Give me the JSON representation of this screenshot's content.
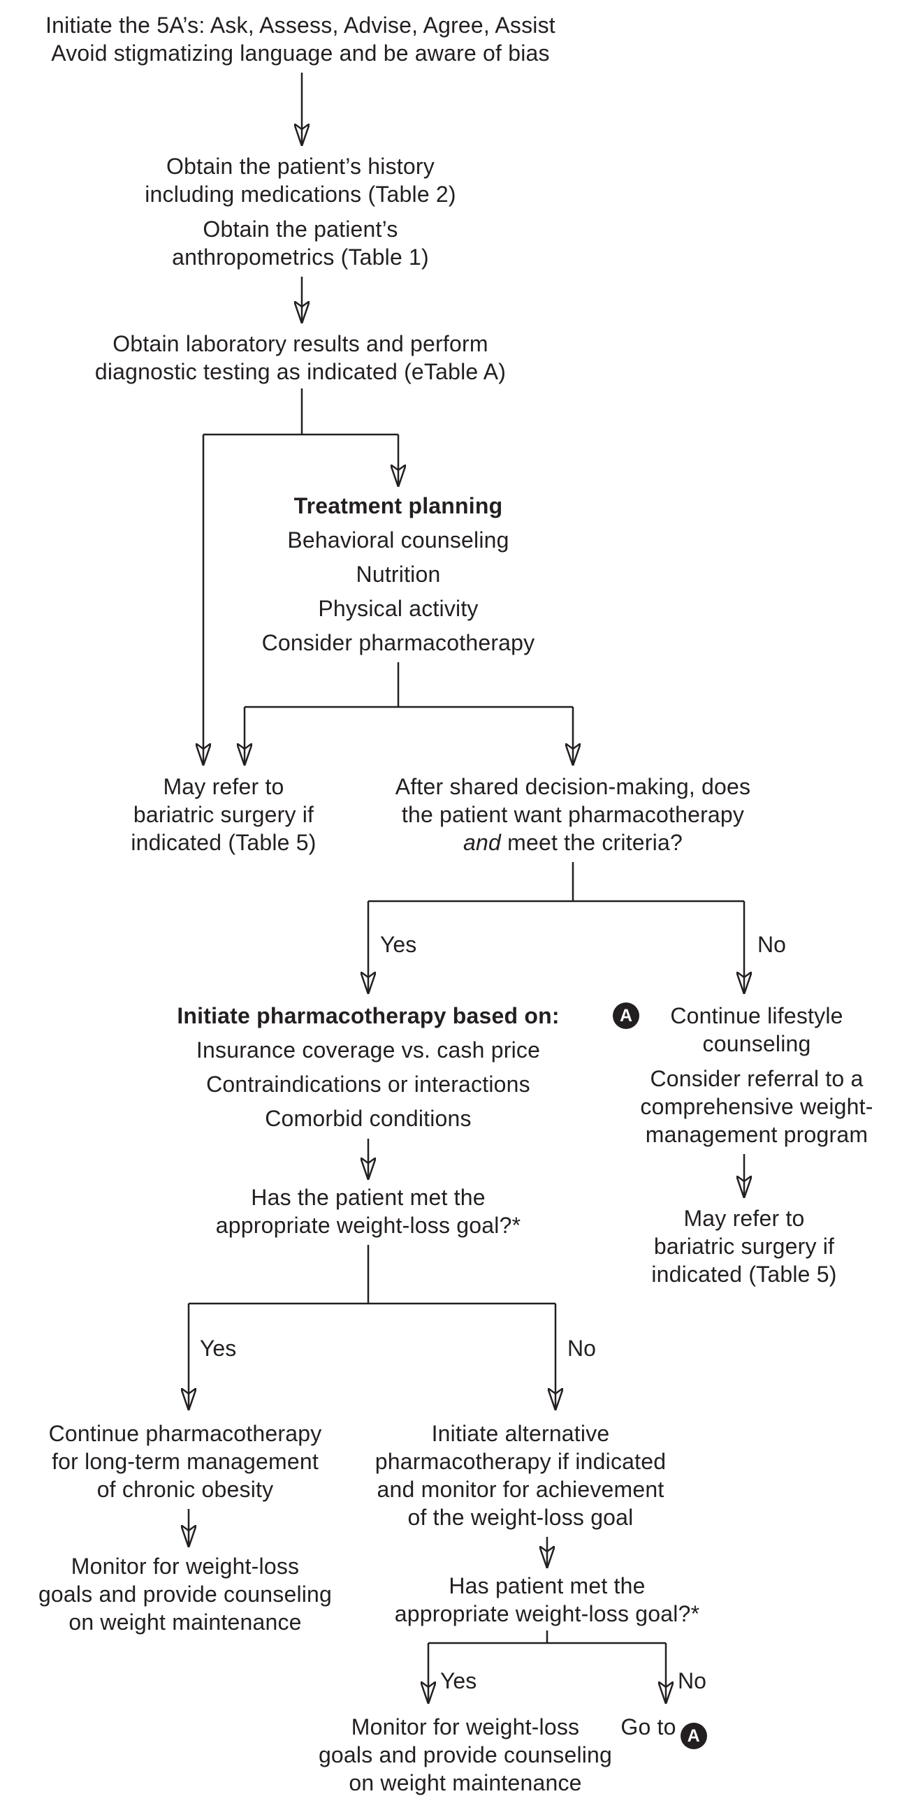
{
  "colors": {
    "ink": "#231f20",
    "background": "#ffffff",
    "badge_background": "#231f20",
    "badge_foreground": "#ffffff"
  },
  "labels": {
    "yes": "Yes",
    "no": "No"
  },
  "nodes": {
    "five_as": {
      "line1": "Initiate the 5A’s: Ask, Assess, Advise, Agree, Assist",
      "line2": "Avoid stigmatizing language and be aware of bias"
    },
    "history": {
      "line1": "Obtain the patient’s history",
      "line2": "including medications (Table 2)",
      "line3": "Obtain the patient’s",
      "line4": "anthropometrics (Table 1)"
    },
    "labs": {
      "line1": "Obtain laboratory results and perform",
      "line2": "diagnostic testing as indicated (eTable A)"
    },
    "treatment_planning": {
      "heading": "Treatment planning",
      "item1": "Behavioral counseling",
      "item2": "Nutrition",
      "item3": "Physical activity",
      "item4": "Consider pharmacotherapy"
    },
    "refer_surgery_1": {
      "line1": "May refer to",
      "line2": "bariatric surgery if",
      "line3": "indicated (Table 5)"
    },
    "after_shared": {
      "line1": "After shared decision-making, does",
      "line2": "the patient want pharmacotherapy",
      "line3_italic": "and",
      "line3_rest": " meet the criteria?"
    },
    "initiate_pharma": {
      "heading": "Initiate pharmacotherapy based on:",
      "item1": "Insurance coverage vs. cash price",
      "item2": "Contraindications or interactions",
      "item3": "Comorbid conditions"
    },
    "continue_lifestyle": {
      "badge": "A",
      "line1": "Continue lifestyle",
      "line2": "counseling",
      "line3": "Consider referral to a",
      "line4": "comprehensive weight-",
      "line5": "management program"
    },
    "refer_surgery_2": {
      "line1": "May refer to",
      "line2": "bariatric surgery if",
      "line3": "indicated (Table 5)"
    },
    "goal_q1": {
      "line1": "Has the patient met the",
      "line2": "appropriate weight-loss goal?*"
    },
    "continue_pharma": {
      "line1": "Continue pharmacotherapy",
      "line2": "for long-term management",
      "line3": "of chronic obesity"
    },
    "alt_pharma": {
      "line1": "Initiate alternative",
      "line2": "pharmacotherapy if indicated",
      "line3": "and monitor for achievement",
      "line4": "of the weight-loss goal"
    },
    "monitor_1": {
      "line1": "Monitor for weight-loss",
      "line2": "goals and provide counseling",
      "line3": "on weight maintenance"
    },
    "goal_q2": {
      "line1": "Has patient met the",
      "line2": "appropriate weight-loss goal?*"
    },
    "monitor_2": {
      "line1": "Monitor for weight-loss",
      "line2": "goals and provide counseling",
      "line3": "on weight maintenance"
    },
    "goto_a": {
      "text": "Go to",
      "badge": "A"
    }
  }
}
